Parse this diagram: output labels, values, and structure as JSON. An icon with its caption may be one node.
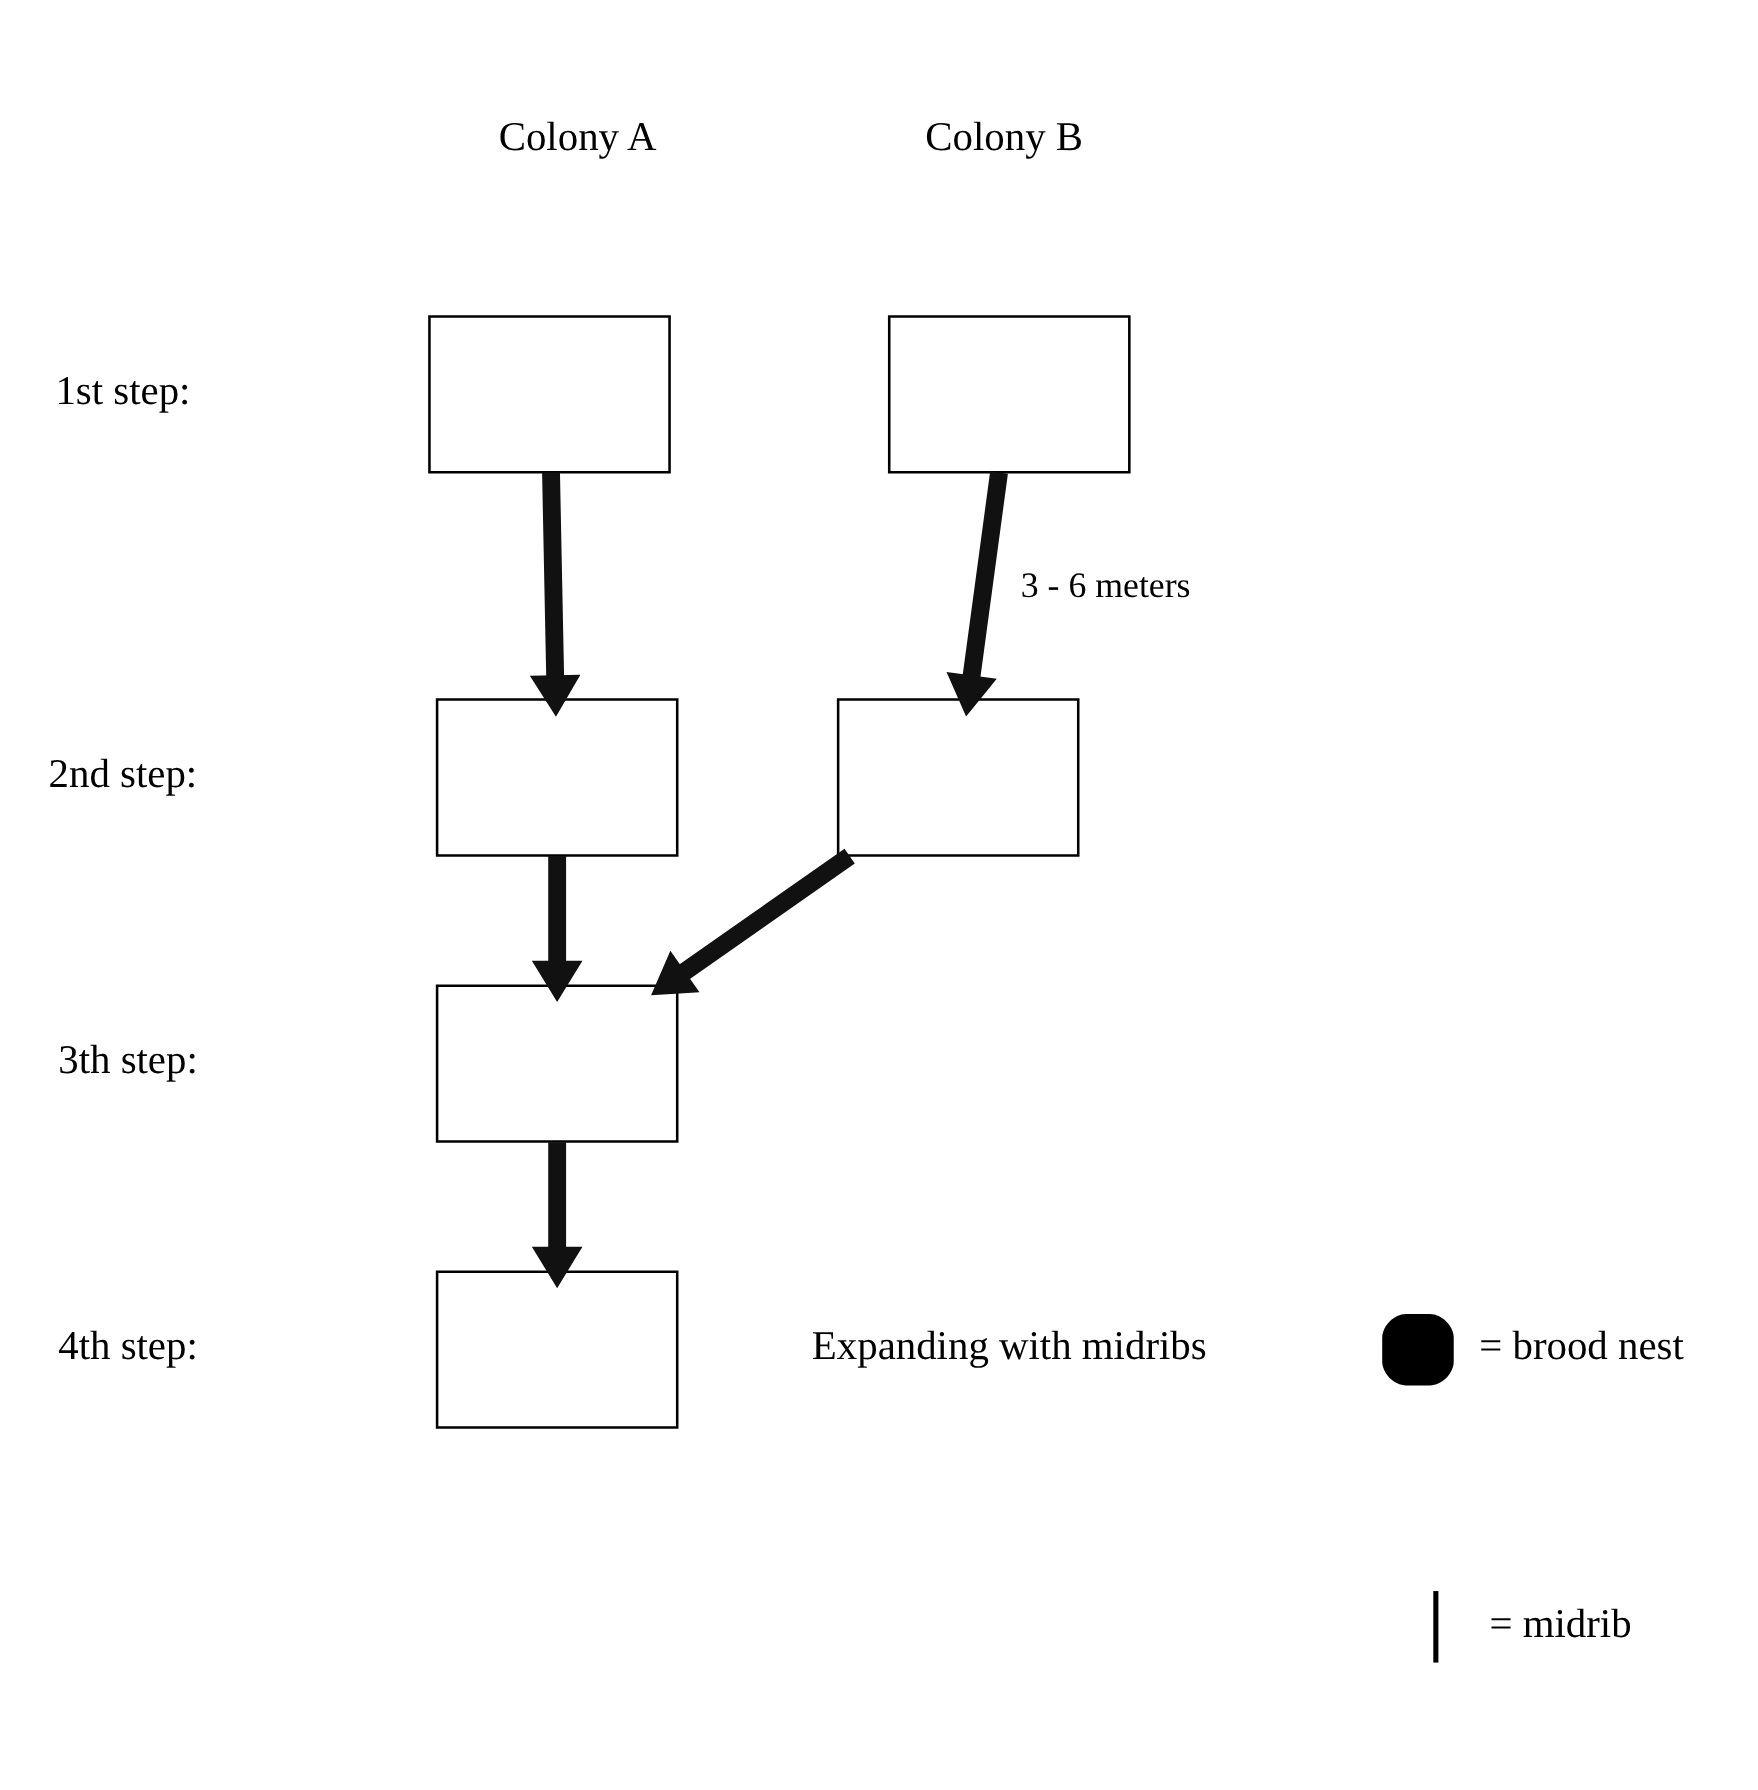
{
  "diagram": {
    "nodes": [
      {
        "text": [],
        "shape": "box"
      },
      {
        "text": [],
        "shape": "box"
      },
      {
        "text": [],
        "shape": "box"
      },
      {
        "text": [],
        "shape": "box"
      },
      {
        "text": [],
        "shape": "box"
      },
      {
        "text": [],
        "shape": "box",
        "beside": [
          "Expanding with midribs"
        ]
      }
    ],
    "edges": [
      {
        "from": 0,
        "to": 2,
        "arrow": "to"
      },
      {
        "from": 1,
        "to": 3,
        "arrow": "to",
        "label": "3 - 6 meters"
      },
      {
        "from": 2,
        "to": 4,
        "arrow": "to"
      },
      {
        "from": 3,
        "to": 4,
        "arrow": "to"
      },
      {
        "from": 4,
        "to": 5,
        "arrow": "to"
      }
    ],
    "labels": [
      "Colony A",
      "Colony B",
      "1st step:",
      "2nd step:",
      "3th step:",
      "4th step:"
    ],
    "legend": [
      {
        "text": "= brood nest"
      },
      {
        "text": "= midrib"
      }
    ]
  }
}
